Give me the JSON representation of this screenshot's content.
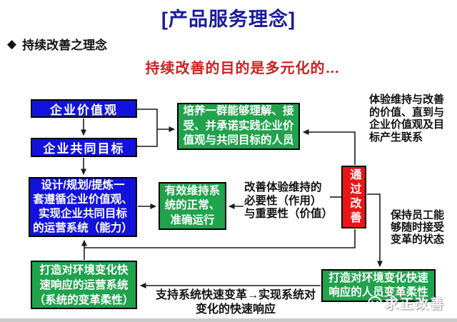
{
  "page": {
    "title": "[产品服务理念]",
    "section_bullet": "◆",
    "section_heading": "持续改善之理念",
    "subtitle": "持续改善的目的是多元化的…"
  },
  "boxes": {
    "values": {
      "text": "企业价值观"
    },
    "goals": {
      "text": "企业共同目标"
    },
    "design": {
      "text": "设计/规划/提炼一\n套遵循企业价值观、\n实现企业共同目标\n的运营系统（能力）"
    },
    "cultivate": {
      "text": "培养一群能够理解、接\n受、并承诺实践企业价\n值观与共同目标的人员"
    },
    "maintain": {
      "text": "有效维持系\n统的正常、\n准确运行"
    },
    "through_improve": {
      "text": "通过改善"
    },
    "ops_flex": {
      "text": "打造对环境变化快\n速响应的运营系统\n（系统的变革柔性）"
    },
    "people_flex": {
      "text": "打造对环境变化快速\n响应的人员变革柔性"
    }
  },
  "notes": {
    "experience": "体验维持与改善\n的价值、直到与\n企业价值观及目\n标产生联系",
    "necessity": "改善体验维持的\n必要性（作用）\n与重要性（价值）",
    "keep_staff": "保持员工能\n够随时接受\n变革的状态",
    "support": "支持系统快速变革→实现系统对\n变化的快速响应"
  },
  "watermark": {
    "icon": "smiley-icon",
    "text": "求正改善"
  },
  "colors": {
    "box_blue": "#1312dc",
    "box_green": "#21a24d",
    "box_red": "#e81616",
    "title_navy": "#1b1b9e",
    "subtitle_red": "#cb2121",
    "line_black": "#1a1a1a"
  }
}
